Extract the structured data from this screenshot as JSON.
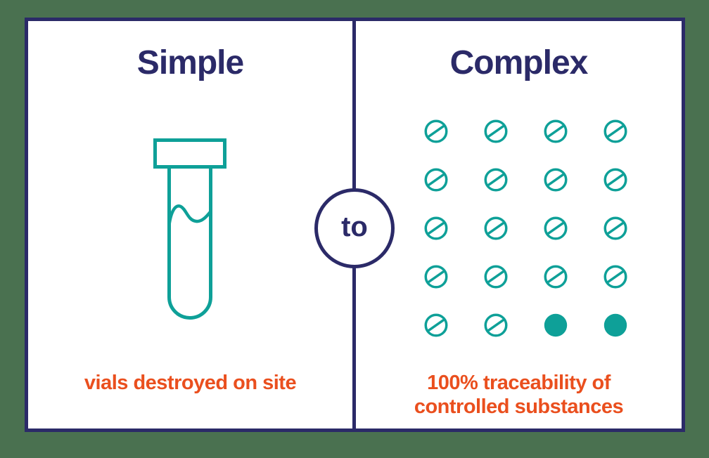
{
  "colors": {
    "navy": "#2b2a68",
    "teal": "#0ea098",
    "orange": "#ea4f1e",
    "background_green": "#4a7150",
    "panel_white": "#ffffff"
  },
  "left_panel": {
    "title": "Simple",
    "icon": "test-tube-vial-icon",
    "caption": "vials destroyed on site"
  },
  "connector": {
    "label": "to"
  },
  "right_panel": {
    "title": "Complex",
    "caption_lines": {
      "0": "100% traceability of",
      "1": "controlled substances"
    },
    "pill_grid": {
      "rows": 5,
      "cols": 4,
      "total_pills": 20,
      "filled_pills": [
        [
          4,
          2
        ],
        [
          4,
          3
        ]
      ],
      "outlined_pill_icon": "scored-tablet-icon",
      "filled_pill_icon": "solid-dot-icon"
    }
  }
}
